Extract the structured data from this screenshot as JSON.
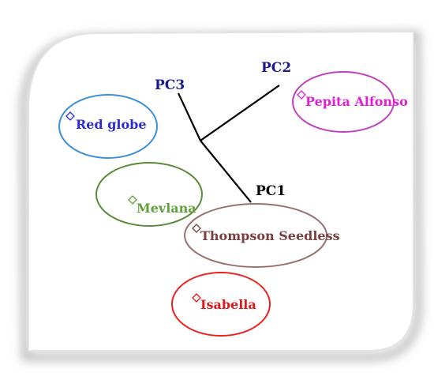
{
  "axes": [
    {
      "id": "pc1",
      "label": "PC1",
      "color": "#000000"
    },
    {
      "id": "pc2",
      "label": "PC2",
      "color": "#1a1a8c"
    },
    {
      "id": "pc3",
      "label": "PC3",
      "color": "#1a1a8c"
    }
  ],
  "groups": [
    {
      "id": "red-globe",
      "label": "Red globe",
      "color": "#2a2ad8",
      "ellipse_color": "#3a8ed6"
    },
    {
      "id": "pepita-alfonso",
      "label": "Pepita Alfonso",
      "color": "#e020d0",
      "ellipse_color": "#c040c0"
    },
    {
      "id": "mevlana",
      "label": "Mevlana",
      "color": "#5fa03a",
      "ellipse_color": "#5a8a3a"
    },
    {
      "id": "thompson-seedless",
      "label": "Thompson Seedless",
      "color": "#7a4040",
      "ellipse_color": "#9a7070"
    },
    {
      "id": "isabella",
      "label": "Isabella",
      "color": "#e01818",
      "ellipse_color": "#ee2020"
    }
  ],
  "frame": {
    "border_color": "#d8d8d8",
    "shadow_color": "#bdbdbd"
  }
}
